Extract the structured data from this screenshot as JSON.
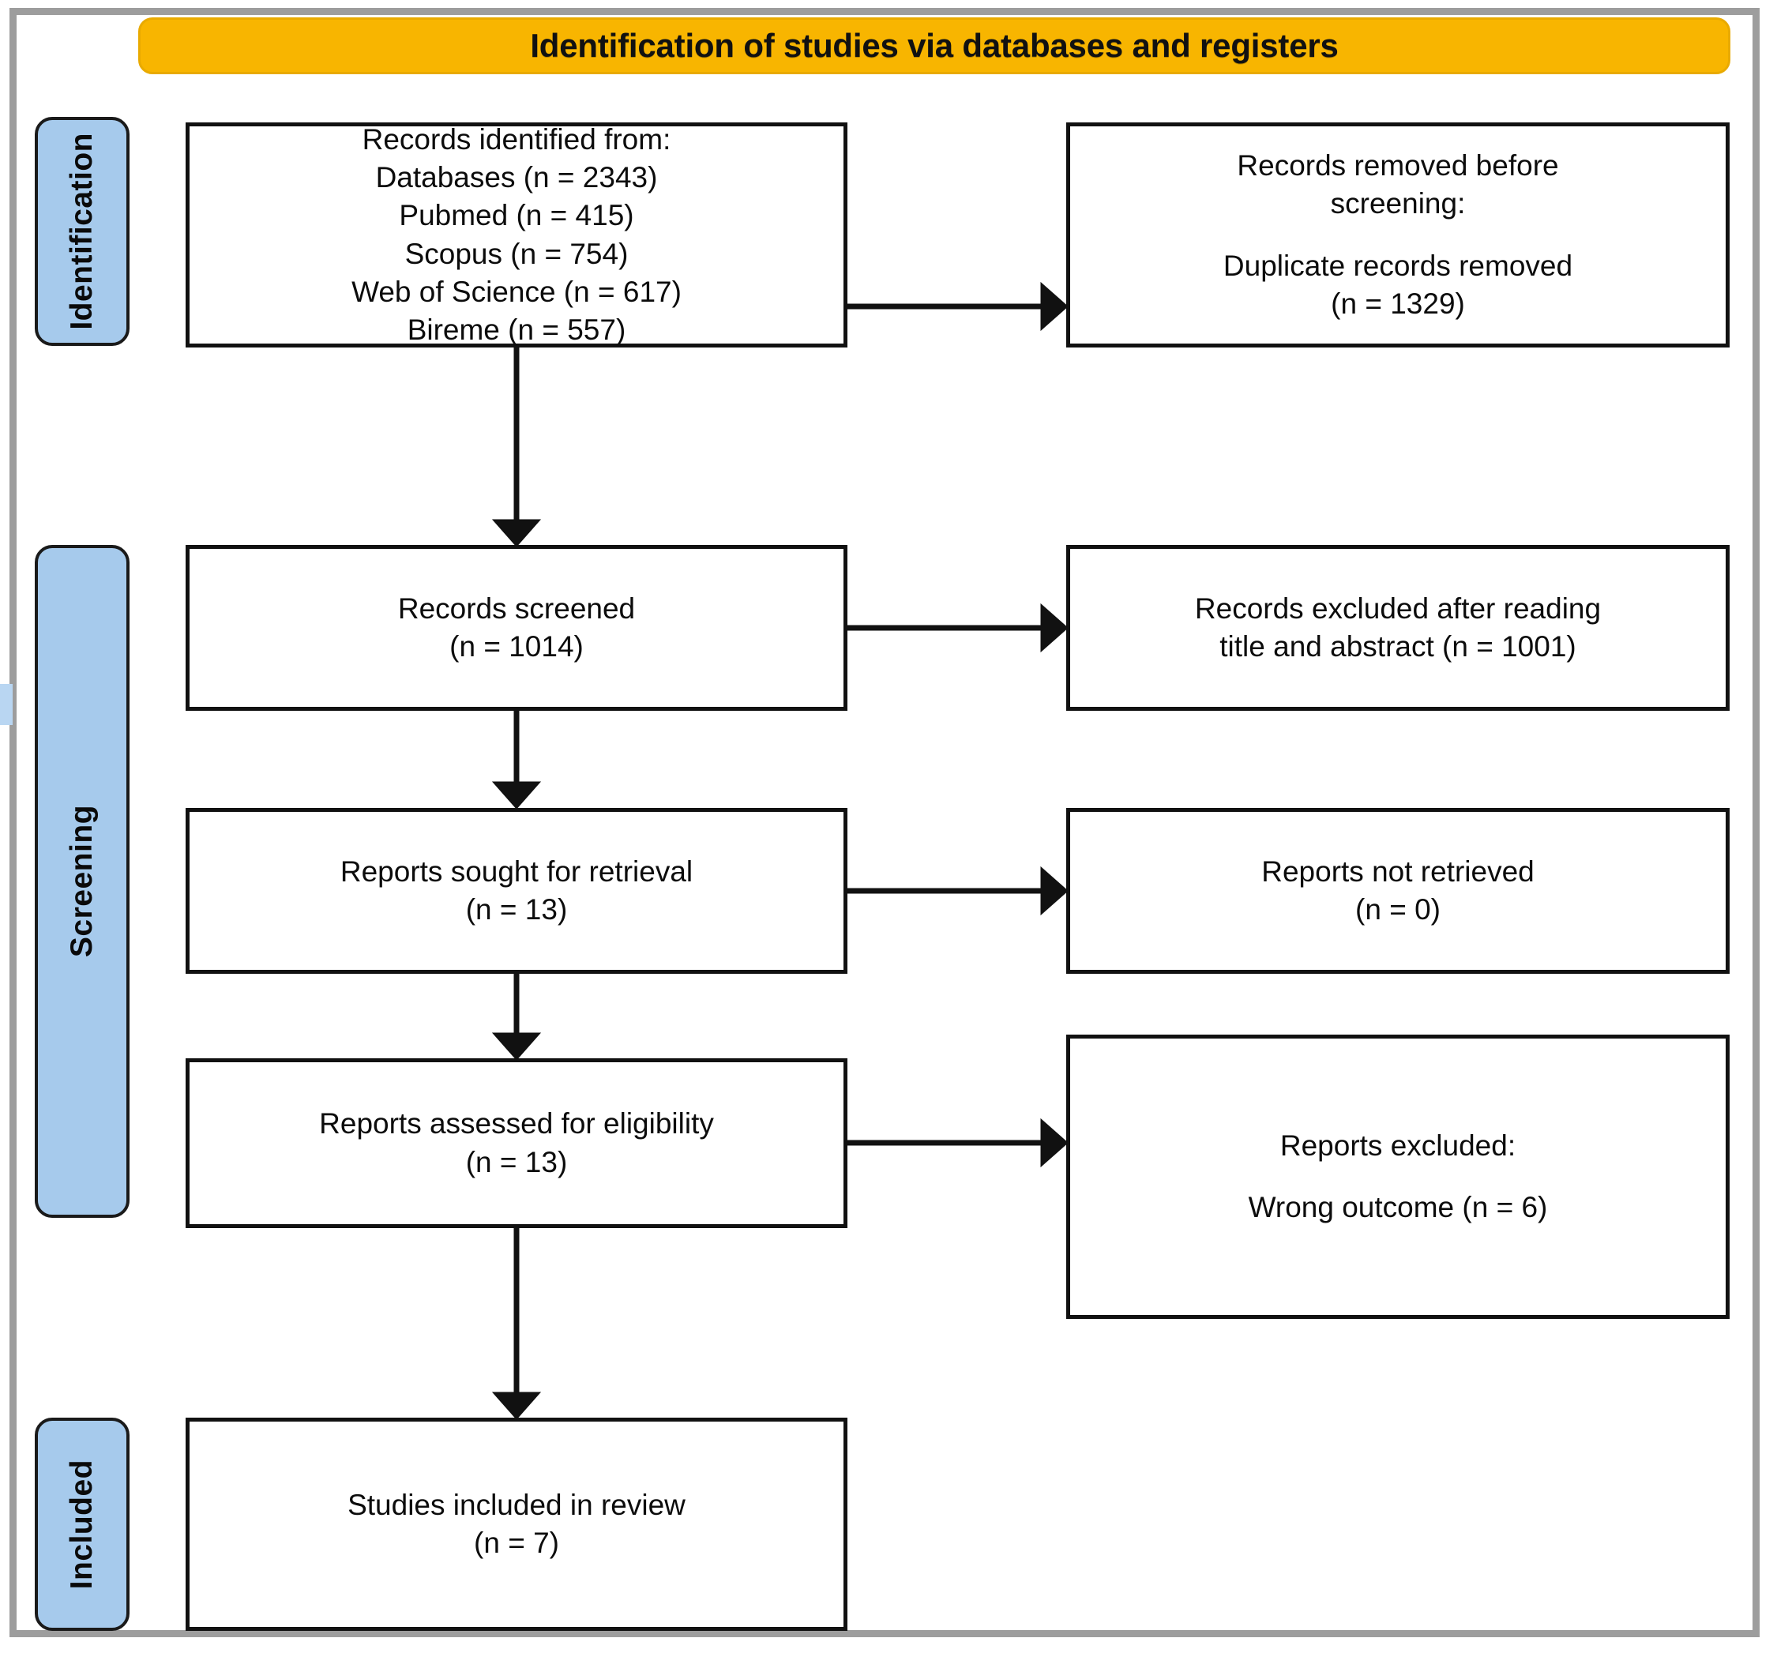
{
  "diagram": {
    "title": "Identification of studies via databases and registers",
    "stages": [
      {
        "id": "identification",
        "label": "Identification"
      },
      {
        "id": "screening",
        "label": "Screening"
      },
      {
        "id": "included",
        "label": "Included"
      }
    ],
    "boxes": {
      "identified": {
        "heading": "Records identified from:",
        "lines": [
          "Databases (n = 2343)",
          "Pubmed (n = 415)",
          "Scopus (n = 754)",
          "Web of Science (n = 617)",
          "Bireme (n = 557)"
        ]
      },
      "removed": {
        "line1": "Records removed before",
        "line2": "screening:",
        "line3": "Duplicate records removed",
        "line4": "(n = 1329)"
      },
      "screened": {
        "line1": "Records screened",
        "line2": "(n = 1014)"
      },
      "excluded_title_abstract": {
        "line1": "Records excluded after reading",
        "line2": "title and abstract (n = 1001)"
      },
      "sought": {
        "line1": "Reports sought for retrieval",
        "line2": "(n = 13)"
      },
      "not_retrieved": {
        "line1": "Reports not retrieved",
        "line2": "(n = 0)"
      },
      "assessed": {
        "line1": "Reports assessed for eligibility",
        "line2": "(n = 13)"
      },
      "reports_excluded": {
        "line1": "Reports excluded:",
        "line2": "Wrong outcome (n = 6)"
      },
      "included": {
        "line1": "Studies included in review",
        "line2": "(n = 7)"
      }
    },
    "colors": {
      "title_banner": "#F8B500",
      "stage_pill": "#A6CAEC",
      "outer_frame": "#9D9D9D",
      "box_border": "#111111"
    }
  },
  "chart_data": {
    "type": "diagram",
    "title": "Identification of studies via databases and registers",
    "nodes": [
      {
        "id": "identified",
        "stage": "Identification",
        "label": "Records identified from: Databases (n = 2343); Pubmed (n = 415); Scopus (n = 754); Web of Science (n = 617); Bireme (n = 557)",
        "n": 2343
      },
      {
        "id": "removed",
        "stage": "Identification",
        "label": "Records removed before screening: Duplicate records removed (n = 1329)",
        "n": 1329
      },
      {
        "id": "screened",
        "stage": "Screening",
        "label": "Records screened (n = 1014)",
        "n": 1014
      },
      {
        "id": "excluded_title_abstract",
        "stage": "Screening",
        "label": "Records excluded after reading title and abstract (n = 1001)",
        "n": 1001
      },
      {
        "id": "sought",
        "stage": "Screening",
        "label": "Reports sought for retrieval (n = 13)",
        "n": 13
      },
      {
        "id": "not_retrieved",
        "stage": "Screening",
        "label": "Reports not retrieved (n = 0)",
        "n": 0
      },
      {
        "id": "assessed",
        "stage": "Screening",
        "label": "Reports assessed for eligibility (n = 13)",
        "n": 13
      },
      {
        "id": "reports_excluded",
        "stage": "Screening",
        "label": "Reports excluded: Wrong outcome (n = 6)",
        "n": 6
      },
      {
        "id": "included",
        "stage": "Included",
        "label": "Studies included in review (n = 7)",
        "n": 7
      }
    ],
    "edges": [
      {
        "from": "identified",
        "to": "removed",
        "direction": "right"
      },
      {
        "from": "identified",
        "to": "screened",
        "direction": "down"
      },
      {
        "from": "screened",
        "to": "excluded_title_abstract",
        "direction": "right"
      },
      {
        "from": "screened",
        "to": "sought",
        "direction": "down"
      },
      {
        "from": "sought",
        "to": "not_retrieved",
        "direction": "right"
      },
      {
        "from": "sought",
        "to": "assessed",
        "direction": "down"
      },
      {
        "from": "assessed",
        "to": "reports_excluded",
        "direction": "right"
      },
      {
        "from": "assessed",
        "to": "included",
        "direction": "down"
      }
    ],
    "sources": {
      "Databases": 2343,
      "Pubmed": 415,
      "Scopus": 754,
      "Web of Science": 617,
      "Bireme": 557
    }
  }
}
